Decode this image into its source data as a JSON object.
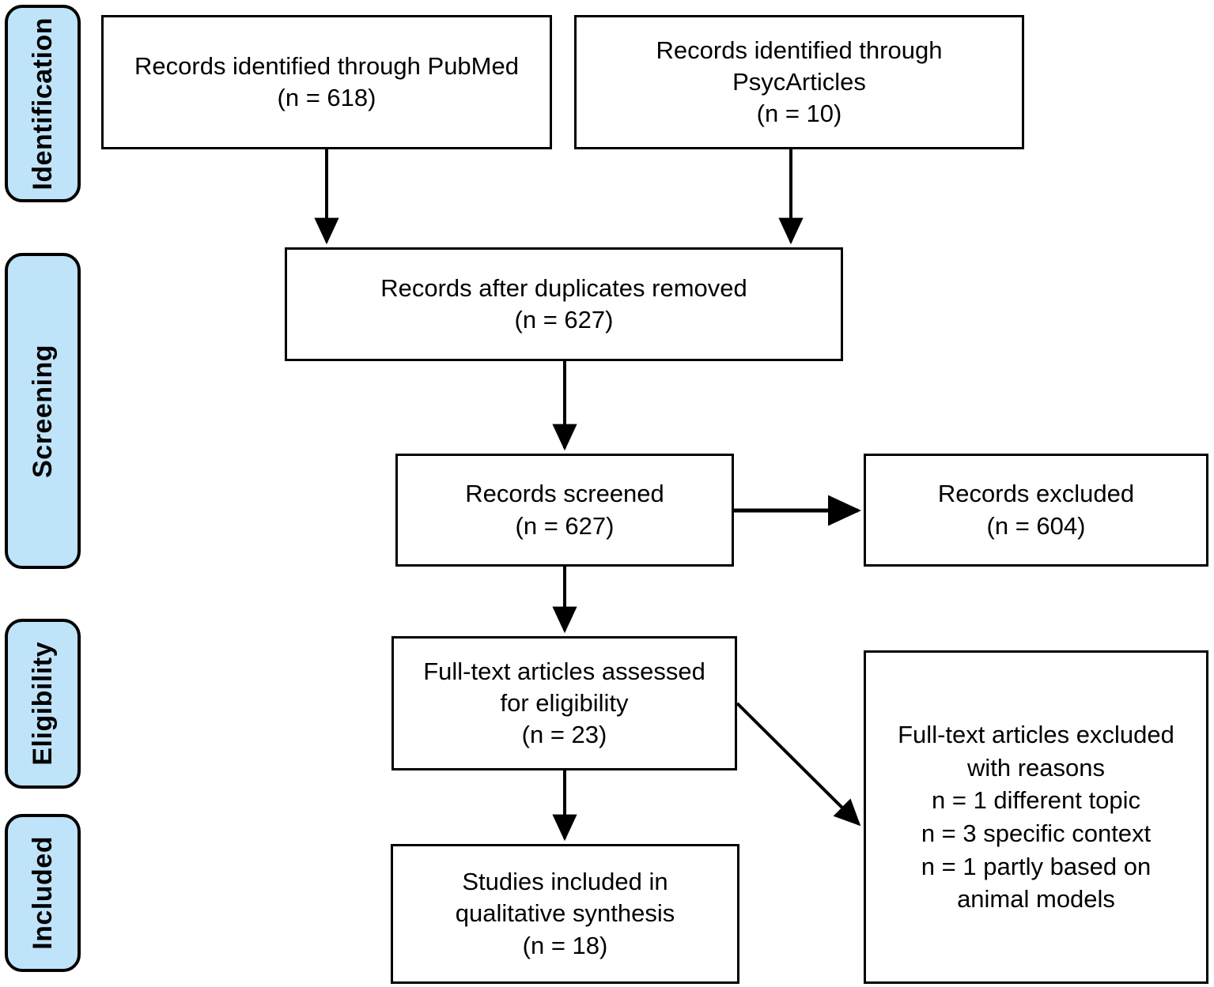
{
  "diagram": {
    "type": "prisma-flow-diagram",
    "stages": [
      {
        "id": "identification",
        "label": "Identification"
      },
      {
        "id": "screening",
        "label": "Screening"
      },
      {
        "id": "eligibility",
        "label": "Eligibility"
      },
      {
        "id": "included",
        "label": "Included"
      }
    ],
    "boxes": {
      "pubmed": {
        "text": "Records identified through PubMed\n(n = 618)",
        "n": 618,
        "source": "PubMed"
      },
      "psycarticles": {
        "text": "Records identified through\nPsycArticles\n(n = 10)",
        "n": 10,
        "source": "PsycArticles"
      },
      "duplicates_removed": {
        "text": "Records after duplicates removed\n(n = 627)",
        "n": 627
      },
      "records_screened": {
        "text": "Records screened\n(n = 627)",
        "n": 627
      },
      "records_excluded": {
        "text": "Records excluded\n(n = 604)",
        "n": 604
      },
      "fulltext_assessed": {
        "text": "Full-text articles assessed\nfor eligibility\n(n = 23)",
        "n": 23
      },
      "fulltext_excluded": {
        "text": "Full-text articles excluded\nwith reasons\nn = 1 different topic\nn = 3 specific context\nn = 1 partly based on\nanimal models",
        "reasons": [
          {
            "n": 1,
            "reason": "different topic"
          },
          {
            "n": 3,
            "reason": "specific context"
          },
          {
            "n": 1,
            "reason": "partly based on animal models"
          }
        ]
      },
      "studies_included": {
        "text": "Studies included in\nqualitative synthesis\n(n = 18)",
        "n": 18
      }
    },
    "colors": {
      "stage_pill_fill": "#bfe3f9",
      "stage_pill_border": "#000000",
      "box_border": "#000000",
      "box_fill": "#ffffff",
      "connector": "#000000",
      "text": "#000000"
    }
  }
}
